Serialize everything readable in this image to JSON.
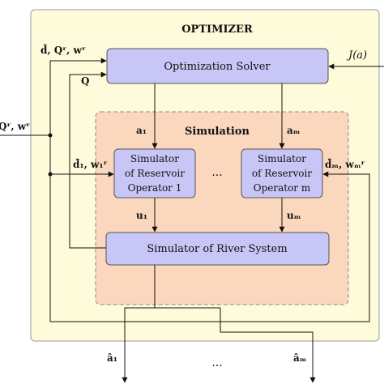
{
  "optimizer": {
    "title": "OPTIMIZER",
    "fill": "#fdfbd9",
    "stroke": "#9a9a9a"
  },
  "simulation": {
    "title": "Simulation",
    "fill": "#fbd7bd",
    "stroke": "#8a8a8a"
  },
  "block_fill": "#c7c6f6",
  "block_stroke": "#555555",
  "solver": {
    "label": "Optimization Solver"
  },
  "simulator_1": {
    "line1": "Simulator",
    "line2": "of Reservoir",
    "line3": "Operator 1"
  },
  "simulator_m": {
    "line1": "Simulator",
    "line2": "of Reservoir",
    "line3": "Operator m"
  },
  "ellipsis_mid": "...",
  "river": {
    "label": "Simulator of River System"
  },
  "labels": {
    "input_top": "d̄, Qʳ, wʳ",
    "feedback_q": "Q",
    "external_input": "Qʳ, wʳ",
    "objective": "J(a)",
    "a1": "a₁",
    "am": "aₘ",
    "d1": "d̄₁, w₁ʳ",
    "dm": "d̄ₘ, wₘʳ",
    "u1": "u₁",
    "um": "uₘ",
    "out_a1": "â₁",
    "out_am": "âₘ",
    "out_dots": "..."
  }
}
